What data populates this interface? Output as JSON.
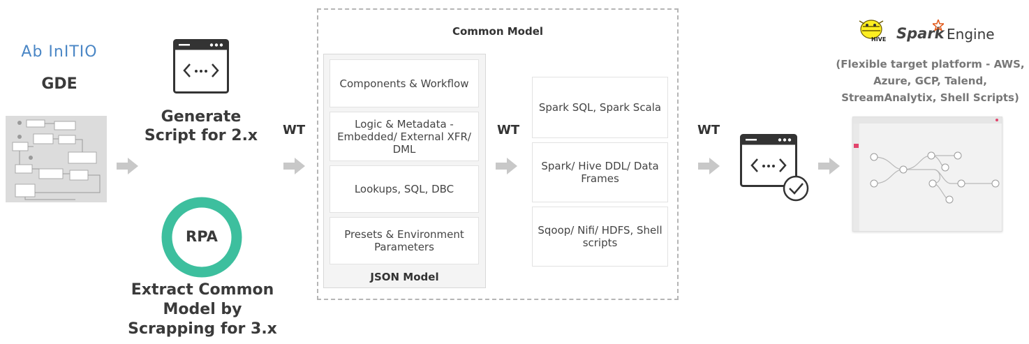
{
  "left": {
    "logo_text": "Ab InITIO",
    "gde_label": "GDE",
    "generate_label": "Generate Script for 2.x",
    "rpa_label": "RPA",
    "extract_label": "Extract Common Model by Scrapping for 3.x"
  },
  "wt_labels": [
    "WT",
    "WT",
    "WT"
  ],
  "common_model": {
    "title": "Common Model",
    "json_model": {
      "title": "JSON Model",
      "items": [
        "Components & Workflow",
        "Logic & Metadata - Embedded/ External XFR/ DML",
        "Lookups, SQL, DBC",
        "Presets & Environment Parameters"
      ]
    },
    "outputs": [
      "Spark SQL, Spark Scala",
      "Spark/ Hive DDL/ Data Frames",
      "Sqoop/ Nifi/ HDFS, Shell scripts"
    ]
  },
  "right": {
    "hive_label": "HIVE",
    "spark_label": "Spark",
    "engine_label": "Engine",
    "platform_note": "(Flexible target platform - AWS, Azure, GCP, Talend, StreamAnalytix, Shell Scripts)"
  },
  "colors": {
    "rpa_ring": "#3dbf9e",
    "arrow": "#c8c8c8",
    "text_dark": "#3a3a3a",
    "spark_orange": "#e25a1c",
    "hive_yellow": "#fdee21",
    "abinitio_blue": "#4a86c5"
  }
}
